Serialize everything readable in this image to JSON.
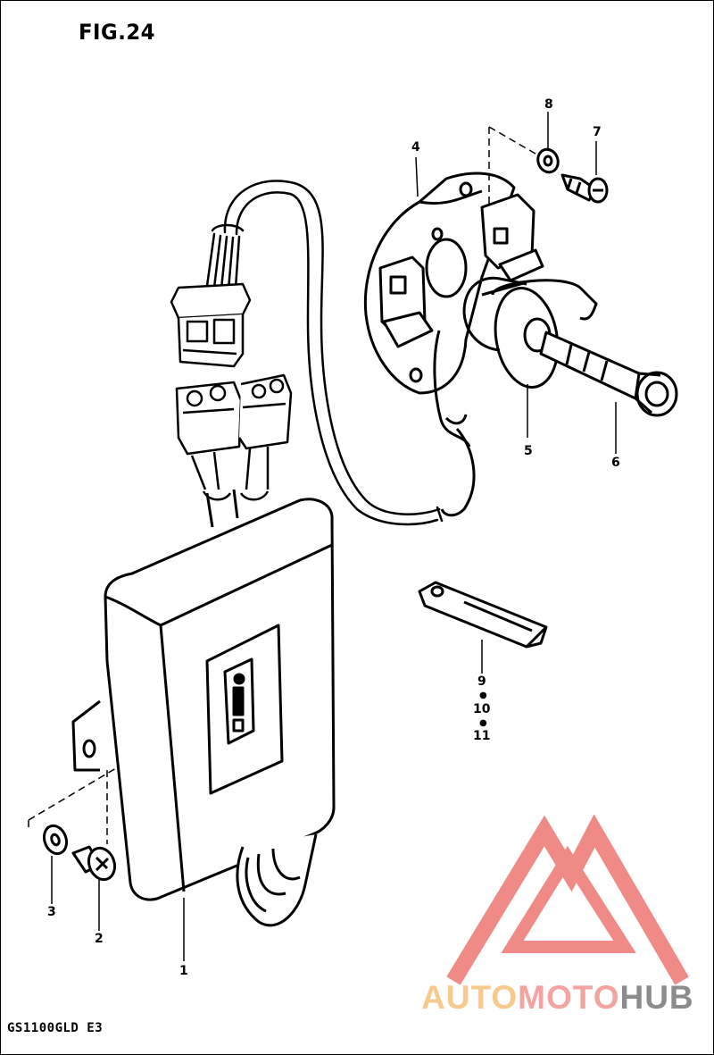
{
  "figure_title": "FIG.24",
  "model_code": "GS1100GLD E3",
  "callouts": [
    {
      "id": "1",
      "label": "1"
    },
    {
      "id": "2",
      "label": "2"
    },
    {
      "id": "3",
      "label": "3"
    },
    {
      "id": "4",
      "label": "4"
    },
    {
      "id": "5",
      "label": "5"
    },
    {
      "id": "6",
      "label": "6"
    },
    {
      "id": "7",
      "label": "7"
    },
    {
      "id": "8",
      "label": "8"
    },
    {
      "id": "9",
      "label": "9"
    },
    {
      "id": "10",
      "label": "10"
    },
    {
      "id": "11",
      "label": "11"
    }
  ],
  "watermark": {
    "part1": "AUTO",
    "part2": "MOTO",
    "part3": "HUB",
    "colors": {
      "auto": "#f7c98c",
      "moto": "#f4a4a0",
      "hub": "#8c8c8c",
      "triangle": "#f08a86"
    }
  }
}
